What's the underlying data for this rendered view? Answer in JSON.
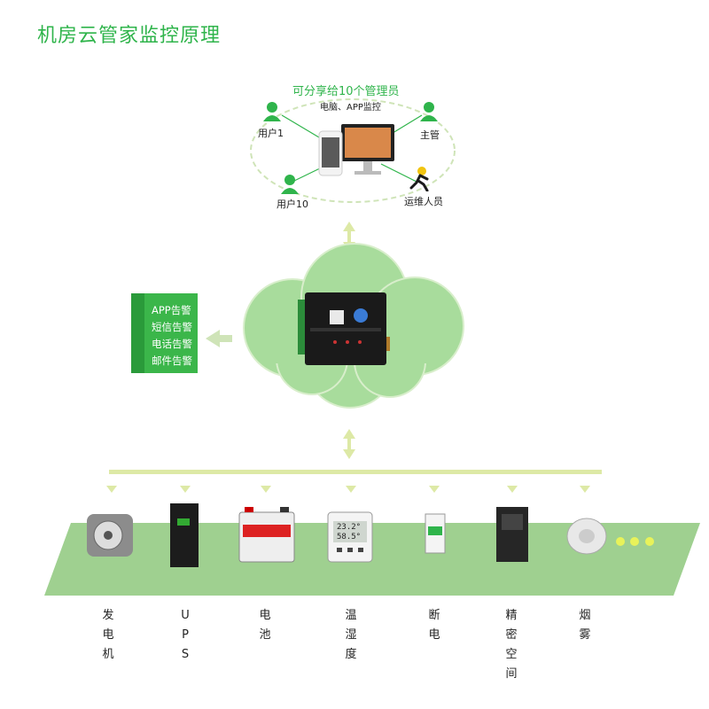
{
  "title": "机房云管家监控原理",
  "share": {
    "title": "可分享给10个管理员",
    "subtitle": "电脑、APP监控"
  },
  "users": {
    "user1": "用户1",
    "manager": "主管",
    "user10": "用户10",
    "maintenance": "运维人员"
  },
  "alerts": [
    "APP告警",
    "短信告警",
    "电话告警",
    "邮件告警"
  ],
  "display": {
    "temperature": "23.2°",
    "humidity": "58.5°"
  },
  "devices": [
    {
      "label": "发电机",
      "icon": "generator-icon"
    },
    {
      "label": "UPS",
      "icon": "ups-icon"
    },
    {
      "label": "电池",
      "icon": "battery-icon"
    },
    {
      "label": "温湿度",
      "icon": "thermo-hygrometer-icon"
    },
    {
      "label": "断电",
      "icon": "power-off-sensor-icon"
    },
    {
      "label": "精密空间",
      "icon": "precision-ac-icon"
    },
    {
      "label": "烟雾",
      "icon": "smoke-detector-icon"
    }
  ],
  "colors": {
    "accent": "#2fb44b",
    "platform": "#9fd090",
    "cloud": "#a8dc9c",
    "arrow": "#dde9a6"
  }
}
